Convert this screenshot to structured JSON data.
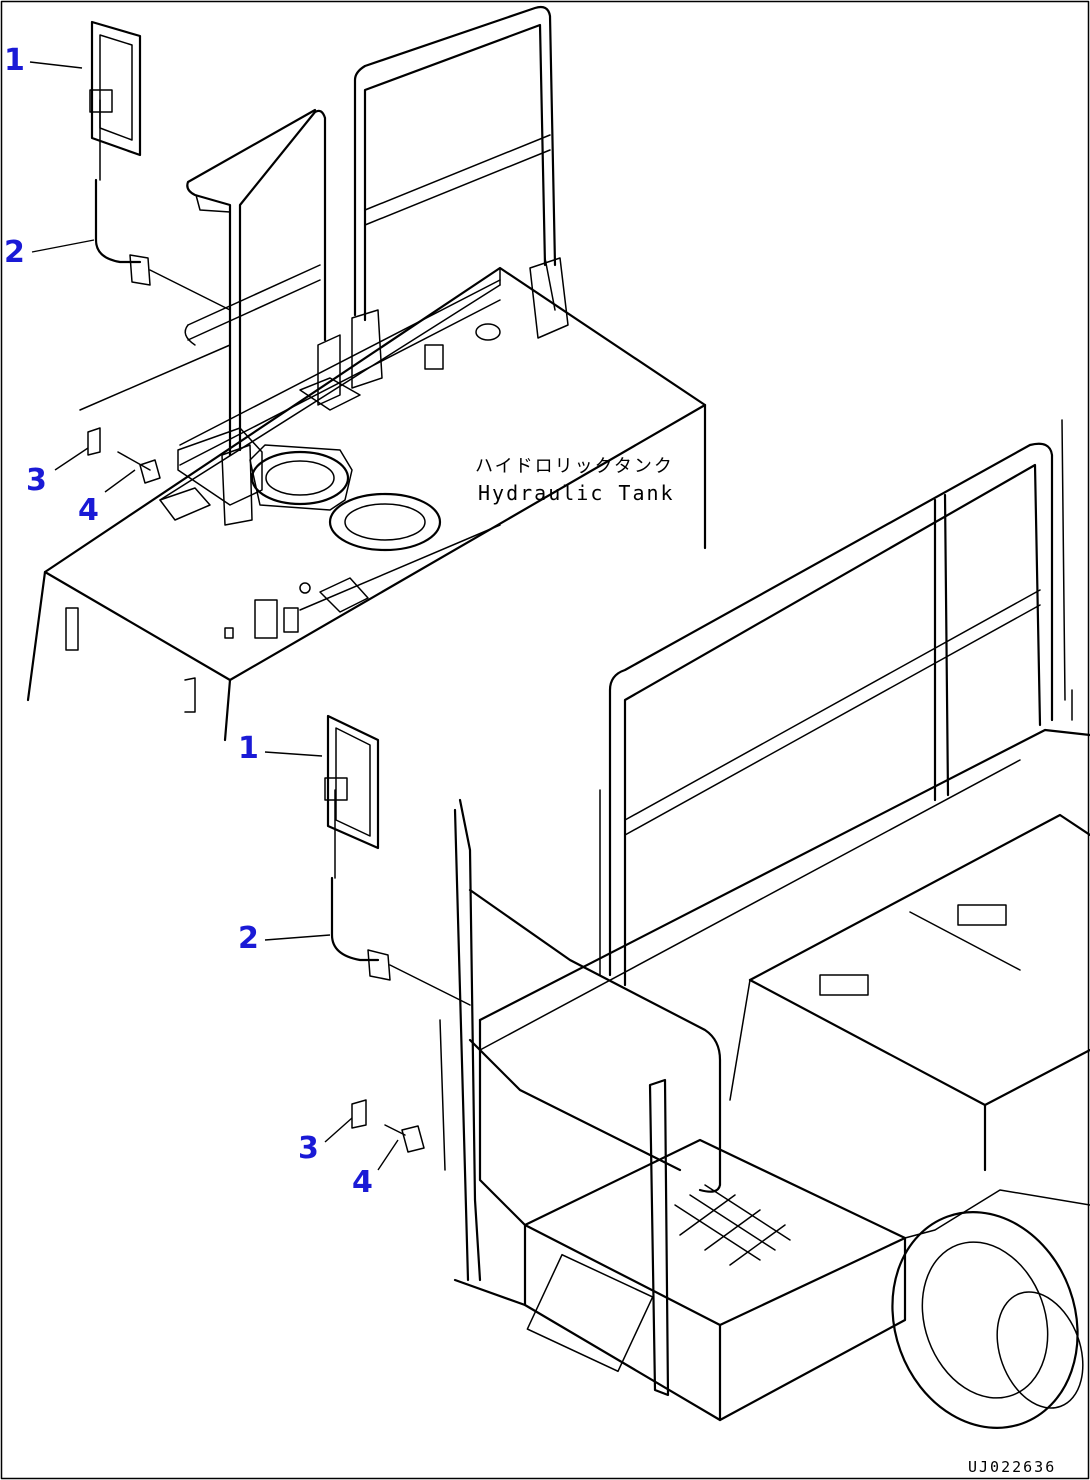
{
  "callouts": [
    {
      "id": "1",
      "text": "1"
    },
    {
      "id": "2",
      "text": "2"
    },
    {
      "id": "3",
      "text": "3"
    },
    {
      "id": "4",
      "text": "4"
    },
    {
      "id": "1b",
      "text": "1"
    },
    {
      "id": "2b",
      "text": "2"
    },
    {
      "id": "3b",
      "text": "3"
    },
    {
      "id": "4b",
      "text": "4"
    }
  ],
  "tank_label": {
    "japanese": "ハイドロリックタンク",
    "english": "Hydraulic Tank"
  },
  "drawing_code": "UJ022636",
  "colors": {
    "callout": "#1a1ad6",
    "line": "#000000",
    "background": "#ffffff"
  }
}
